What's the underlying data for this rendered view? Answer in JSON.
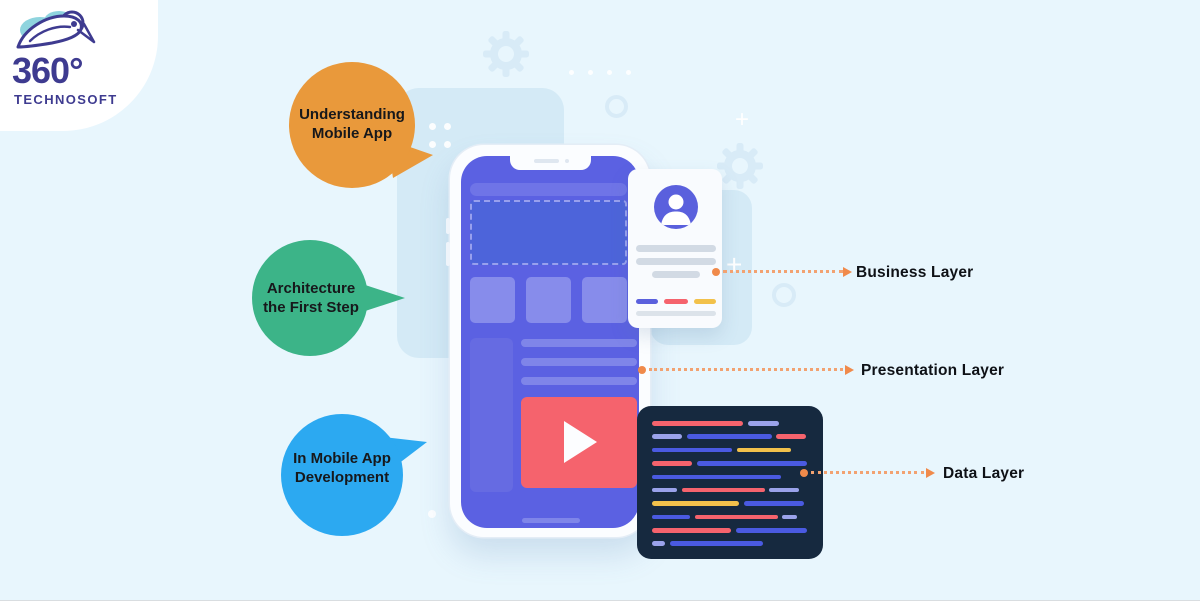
{
  "logo": {
    "brand": "360°",
    "subtitle": "TECHNOSOFT"
  },
  "bubbles": [
    {
      "line1": "Understanding",
      "line2": "Mobile App",
      "color": "#E9993B"
    },
    {
      "line1": "Architecture",
      "line2": "the First Step",
      "color": "#3CB488"
    },
    {
      "line1": "In Mobile App",
      "line2": "Development",
      "color": "#2CA9F1"
    }
  ],
  "annotations": [
    {
      "label": "Business Layer"
    },
    {
      "label": "Presentation Layer"
    },
    {
      "label": "Data Layer"
    }
  ],
  "icons": {
    "plus": "+"
  },
  "colors": {
    "background": "#E8F6FD",
    "phone_screen": "#5B61E2",
    "video_player": "#F5636D",
    "connector": "#F08A4B",
    "code_panel_bg": "#16293F",
    "logo_indigo": "#3E3B90",
    "logo_teal": "#8FD4DE"
  },
  "code_panel": {
    "palette": {
      "red": "#F5636D",
      "blue": "#4A5AE1",
      "lavender": "#9AA2EA",
      "yellow": "#F2C14B"
    },
    "rows": [
      [
        {
          "c": "red",
          "w": 91
        },
        {
          "c": "lavender",
          "w": 31
        }
      ],
      [
        {
          "c": "lavender",
          "w": 30
        },
        {
          "c": "blue",
          "w": 85
        },
        {
          "c": "red",
          "w": 30
        }
      ],
      [
        {
          "c": "blue",
          "w": 80
        },
        {
          "c": "yellow",
          "w": 54
        }
      ],
      [
        {
          "c": "red",
          "w": 40
        },
        {
          "c": "blue",
          "w": 110
        }
      ],
      [
        {
          "c": "blue",
          "w": 129
        }
      ],
      [
        {
          "c": "lavender",
          "w": 25
        },
        {
          "c": "red",
          "w": 83
        },
        {
          "c": "lavender",
          "w": 30
        }
      ],
      [
        {
          "c": "yellow",
          "w": 87
        },
        {
          "c": "blue",
          "w": 60
        }
      ],
      [
        {
          "c": "blue",
          "w": 38
        },
        {
          "c": "red",
          "w": 83
        },
        {
          "c": "lavender",
          "w": 15
        }
      ],
      [
        {
          "c": "red",
          "w": 79
        },
        {
          "c": "blue",
          "w": 71
        }
      ],
      [
        {
          "c": "lavender",
          "w": 13
        },
        {
          "c": "blue",
          "w": 93
        }
      ]
    ]
  }
}
